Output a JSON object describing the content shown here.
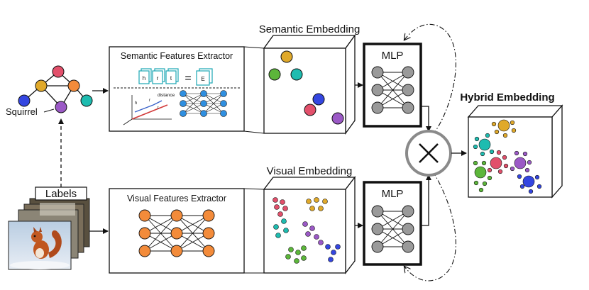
{
  "headings": {
    "semantic_embedding": "Semantic Embedding",
    "visual_embedding": "Visual Embedding",
    "hybrid_embedding": "Hybrid Embedding"
  },
  "extractors": {
    "semantic": "Semantic Features Extractor",
    "visual": "Visual Features Extractor"
  },
  "mlp_label": "MLP",
  "graph": {
    "node_label": "Squirrel"
  },
  "labels_tag": "Labels",
  "semantic_mini": {
    "h": "h",
    "r": "r",
    "t": "t",
    "equals": "=",
    "E": "E",
    "distance": "distance"
  },
  "colors": {
    "yellow": "#e0a92a",
    "green": "#5cb63a",
    "teal": "#1ebcb0",
    "blue": "#3446e0",
    "pink": "#e2506b",
    "purple": "#9b59c6",
    "orange": "#f38b3a",
    "gray_node": "#9a9a9a"
  },
  "icons": [
    "multiply-icon",
    "squirrel-photo-icon"
  ]
}
